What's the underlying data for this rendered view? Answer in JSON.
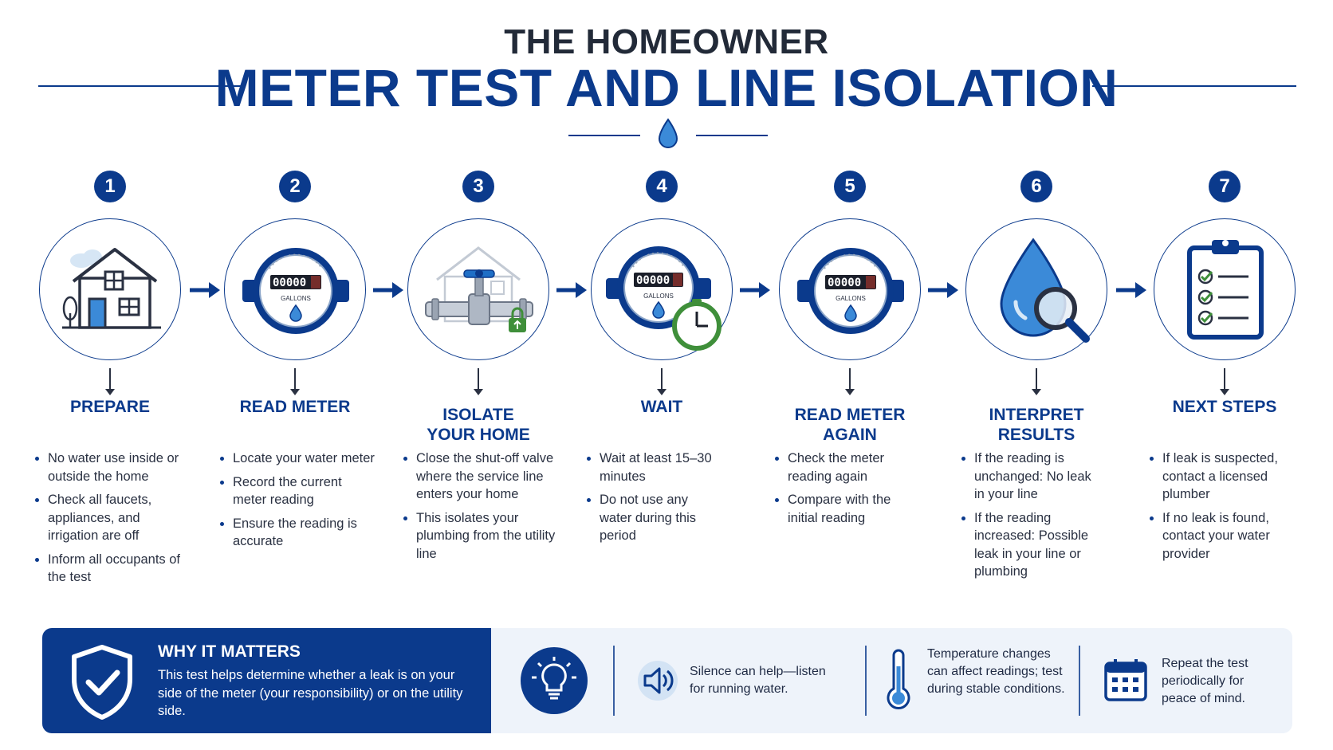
{
  "header": {
    "supertitle": "THE HOMEOWNER",
    "title": "METER TEST AND LINE ISOLATION"
  },
  "meter": {
    "digits": "00000",
    "unit": "GALLONS"
  },
  "steps": [
    {
      "number": "1",
      "title": "PREPARE",
      "icon": "house-icon",
      "bullets": [
        "No water use inside or outside the home",
        "Check all faucets, appliances, and irrigation are off",
        "Inform all occupants of the test"
      ]
    },
    {
      "number": "2",
      "title": "READ METER",
      "icon": "water-meter-icon",
      "bullets": [
        "Locate your water meter",
        "Record the current meter reading",
        "Ensure the reading is accurate"
      ]
    },
    {
      "number": "3",
      "title": "ISOLATE YOUR HOME",
      "icon": "shutoff-valve-icon",
      "bullets": [
        "Close the shut-off valve where the service line enters your home",
        "This isolates your plumbing from the utility line"
      ]
    },
    {
      "number": "4",
      "title": "WAIT",
      "icon": "meter-timer-icon",
      "bullets": [
        "Wait at least 15–30 minutes",
        "Do not use any water during this period"
      ]
    },
    {
      "number": "5",
      "title": "READ METER AGAIN",
      "icon": "water-meter-icon",
      "bullets": [
        "Check the meter reading again",
        "Compare with the initial reading"
      ]
    },
    {
      "number": "6",
      "title": "INTERPRET RESULTS",
      "icon": "drop-magnifier-icon",
      "bullets": [
        "If the reading is unchanged: No leak in your line",
        "If the reading increased: Possible leak in your line or plumbing"
      ]
    },
    {
      "number": "7",
      "title": "NEXT STEPS",
      "icon": "checklist-icon",
      "bullets": [
        "If leak is suspected, contact a licensed plumber",
        "If no leak is found, contact your water provider"
      ]
    }
  ],
  "footer": {
    "why_title": "WHY IT MATTERS",
    "why_text": "This test helps determine whether a leak is on your side of the meter (your responsibility) or on the utility side.",
    "tips": [
      {
        "icon": "speaker-icon",
        "text": "Silence can help—listen for running water."
      },
      {
        "icon": "thermometer-icon",
        "text": "Temperature changes can affect readings; test during stable conditions."
      },
      {
        "icon": "calendar-icon",
        "text": "Repeat the test periodically for peace of mind."
      }
    ]
  },
  "colors": {
    "brand_blue": "#0b3a8c",
    "light_blue": "#3b8ad8",
    "footer_bg": "#eef3fa",
    "timer_green": "#3f8f3a"
  }
}
